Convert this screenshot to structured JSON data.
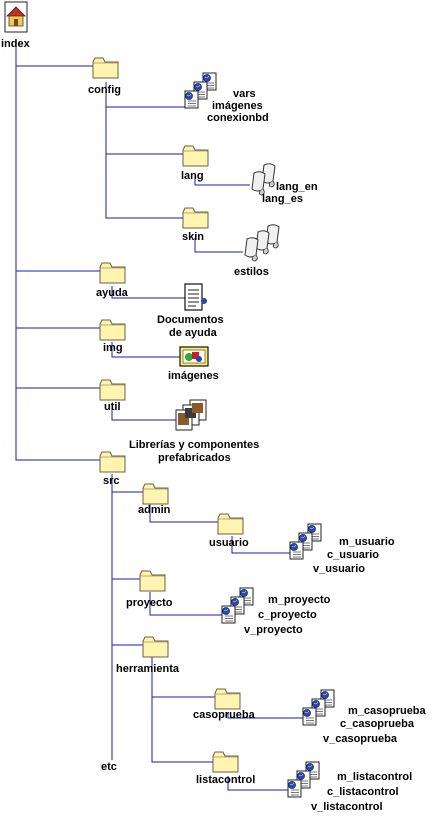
{
  "colors": {
    "connector": "#1a1ab0",
    "folder_fill": "#fff5b0",
    "folder_stroke": "#6b6040",
    "page_fill": "#ffffff",
    "globe": "#2a44b8",
    "home_roof": "#c0302a"
  },
  "nodes": {
    "index": "index",
    "config": "config",
    "config_files": [
      "vars",
      "imágenes",
      "conexionbd"
    ],
    "lang": "lang",
    "lang_files": [
      "lang_en",
      "lang_es"
    ],
    "skin": "skin",
    "skin_files": "estilos",
    "ayuda": "ayuda",
    "ayuda_files": [
      "Documentos",
      "de ayuda"
    ],
    "img": "img",
    "img_files": "imágenes",
    "util": "util",
    "util_files": [
      "Librerías y componentes",
      "prefabricados"
    ],
    "src": "src",
    "admin": "admin",
    "usuario": "usuario",
    "usuario_files": [
      "m_usuario",
      "c_usuario",
      "v_usuario"
    ],
    "proyecto": "proyecto",
    "proyecto_files": [
      "m_proyecto",
      "c_proyecto",
      "v_proyecto"
    ],
    "herramienta": "herramienta",
    "casoprueba": "casoprueba",
    "casoprueba_files": [
      "m_casoprueba",
      "c_casoprueba",
      "v_casoprueba"
    ],
    "listacontrol": "listacontrol",
    "listacontrol_files": [
      "m_listacontrol",
      "c_listacontrol",
      "v_listacontrol"
    ],
    "etc": "etc"
  }
}
